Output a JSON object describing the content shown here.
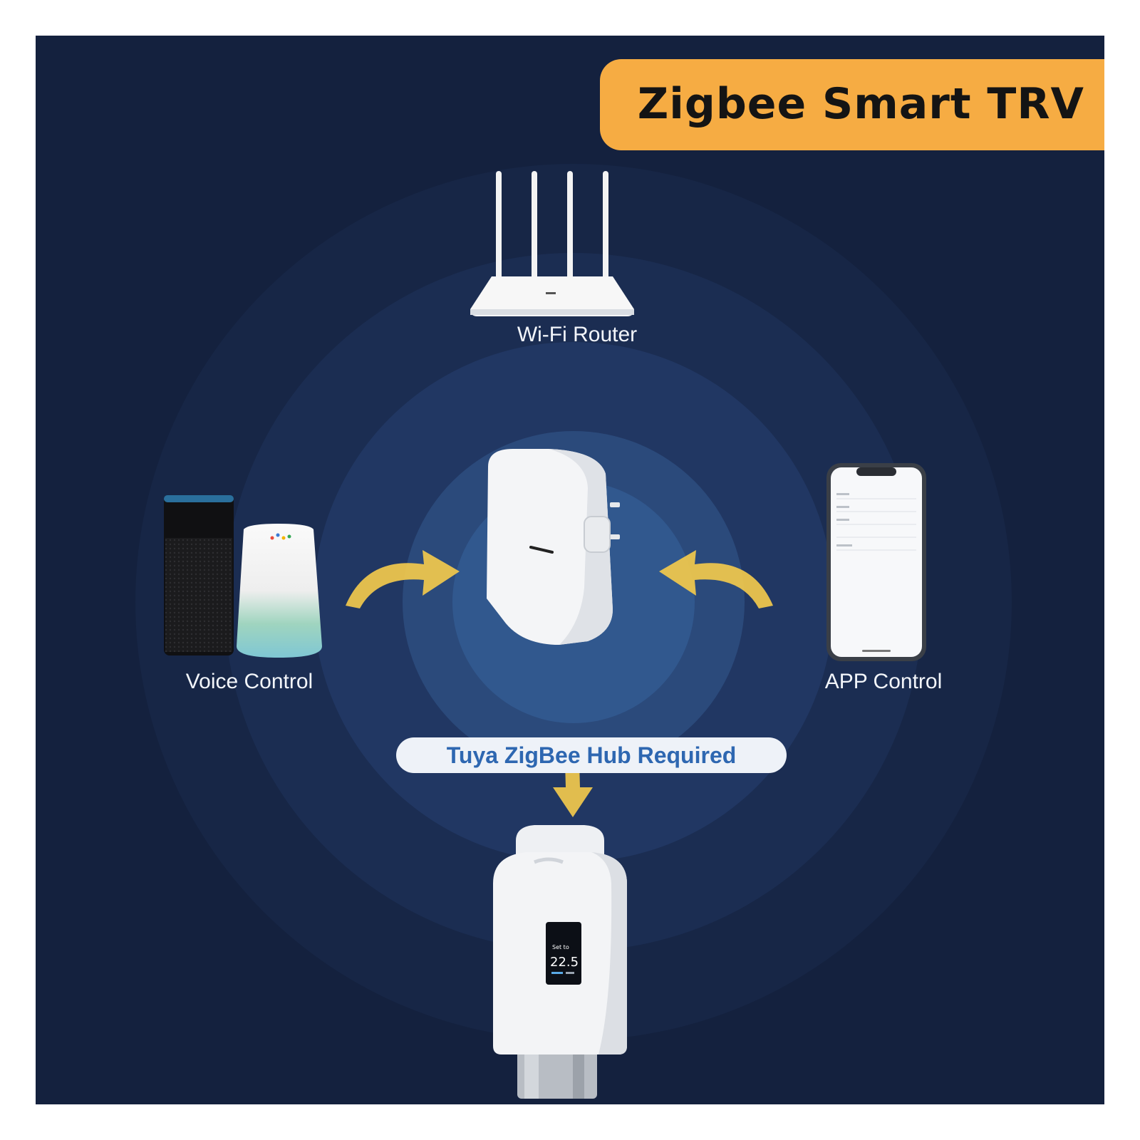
{
  "banner": {
    "title": "Zigbee Smart TRV"
  },
  "labels": {
    "router": "Wi-Fi Router",
    "voice": "Voice Control",
    "app": "APP Control",
    "hub_required": "Tuya ZigBee Hub Required"
  },
  "trv_display": {
    "set_label": "Set to",
    "temperature": "22.5"
  },
  "colors": {
    "background": "#14213e",
    "banner": "#f6ac43",
    "arrow": "#f2c94c",
    "pill_text": "#2e67b1"
  }
}
